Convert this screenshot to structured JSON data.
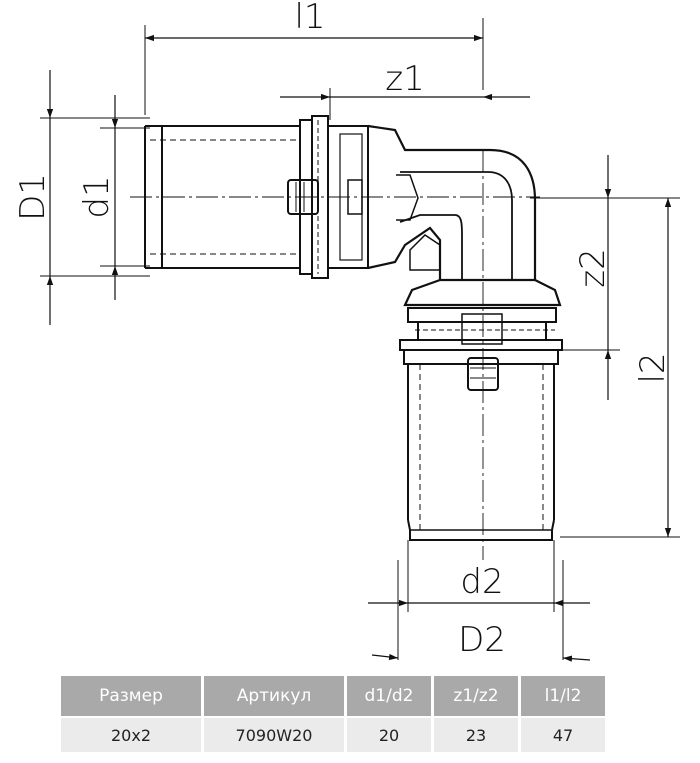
{
  "dimensions": {
    "l1": "l1",
    "z1": "z1",
    "D1": "D1",
    "d1": "d1",
    "z2": "z2",
    "l2": "l2",
    "d2": "d2",
    "D2": "D2"
  },
  "table": {
    "headers": [
      "Размер",
      "Артикул",
      "d1/d2",
      "z1/z2",
      "l1/l2"
    ],
    "rows": [
      [
        "20x2",
        "7090W20",
        "20",
        "23",
        "47"
      ]
    ]
  },
  "colors": {
    "header_bg": "#a9a9a9",
    "cell_bg": "#ebebeb",
    "line": "#111111"
  }
}
